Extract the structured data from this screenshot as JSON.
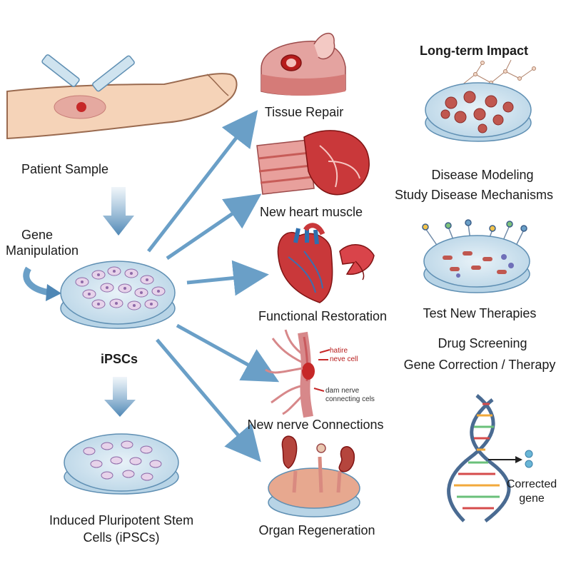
{
  "left": {
    "patient_sample": "Patient Sample",
    "gene_line1": "Gene",
    "gene_line2": "Manipulation",
    "ipscs": "iPSCs",
    "induced_line1": "Induced Pluripotent Stem",
    "induced_line2": "Cells (iPSCs)"
  },
  "center": {
    "tissue_repair": "Tissue Repair",
    "heart_muscle": "New heart muscle",
    "functional": "Functional Restoration",
    "nerve_annot_1a": "hatire",
    "nerve_annot_1b": "neve cell",
    "nerve_annot_2a": "dam nerve",
    "nerve_annot_2b": "connecting cels",
    "nerve": "New nerve Connections",
    "organ": "Organ Regeneration"
  },
  "right": {
    "title": "Long-term Impact",
    "disease_modeling": "Disease Modeling",
    "study": "Study Disease Mechanisms",
    "test_therapies": "Test New Therapies",
    "drug_screening": "Drug Screening",
    "gene_correction": "Gene Correction / Therapy",
    "corrected_line1": "Corrected",
    "corrected_line2": "gene"
  },
  "colors": {
    "arrow_blue": "#6a9fc7",
    "dish": "#cfe3ef",
    "tissue_red": "#c9383a",
    "flesh": "#f5d3b8"
  }
}
